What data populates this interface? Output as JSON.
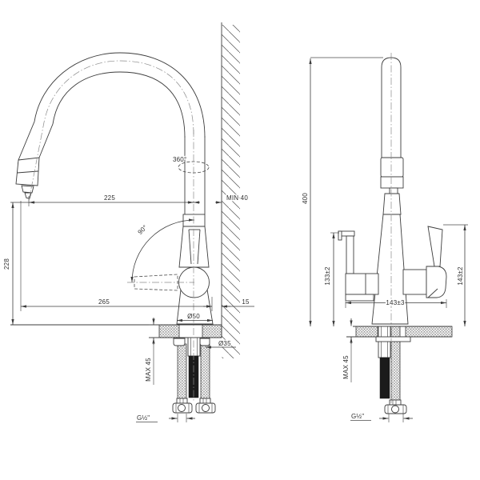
{
  "colors": {
    "line": "#3d3d3d",
    "centerline": "#8a8a8a",
    "text": "#2f2f2f",
    "background": "#ffffff"
  },
  "front_view": {
    "swivel_angle": "360°",
    "spout_reach": "225",
    "wall_clearance": "MIN 40",
    "lever_angle": "90°",
    "outlet_height": "228",
    "overall_reach": "265",
    "wall_offset": "15",
    "base_diameter": "Ø50",
    "hole_diameter": "Ø35",
    "max_deck_thickness": "MAX 45",
    "hose_thread": "G½\""
  },
  "side_view": {
    "overall_height": "400",
    "side_lever_height": "133±2",
    "body_width": "143±3",
    "lever_height": "143±2",
    "max_deck_thickness": "MAX 45",
    "hose_thread": "G½\""
  }
}
